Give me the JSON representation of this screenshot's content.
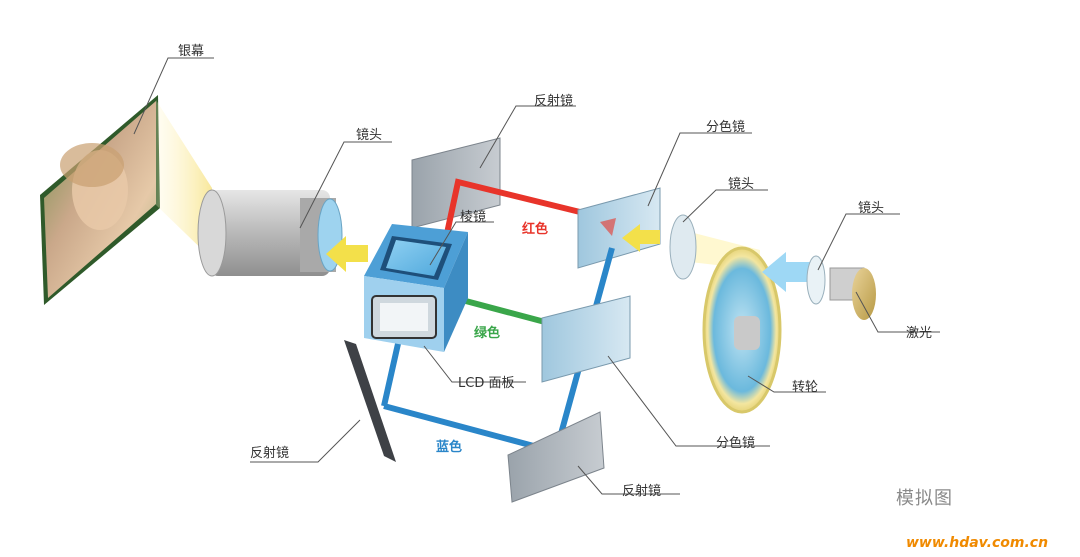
{
  "labels": {
    "screen": "银幕",
    "projection_lens": "镜头",
    "prism": "棱镜",
    "mirror_top": "反射镜",
    "dichroic_top": "分色镜",
    "lens_mid": "镜头",
    "lens_right": "镜头",
    "laser": "激光",
    "color_wheel": "转轮",
    "lcd_panel": "LCD 面板",
    "mirror_left": "反射镜",
    "dichroic_bottom": "分色镜",
    "mirror_bottom": "反射镜"
  },
  "beams": {
    "red": "红色",
    "green": "绿色",
    "blue": "蓝色"
  },
  "colors": {
    "red": "#e8342a",
    "green": "#3aa64a",
    "blue": "#2a86c9",
    "light": "#f7e9a0"
  },
  "caption": "模拟图",
  "watermark": "www.hdav.com.cn"
}
